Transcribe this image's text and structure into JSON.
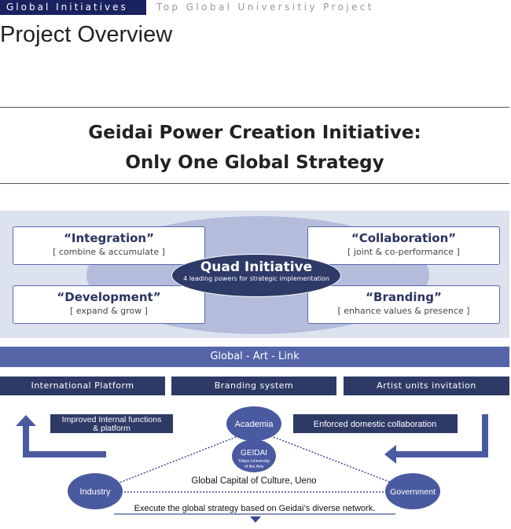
{
  "header": {
    "section_tag": "Global Initiatives",
    "breadcrumb": "Top Global Universitiy Project",
    "page_title": "Project Overview"
  },
  "heading": {
    "line1": "Geidai Power Creation Initiative:",
    "line2": "Only One Global Strategy"
  },
  "quad": {
    "center_title": "Quad Initiative",
    "center_subtitle": "4 leading powers for strategic implementation",
    "items": [
      {
        "title": "“Integration”",
        "subtitle": "[ combine & accumulate ]"
      },
      {
        "title": "“Collaboration”",
        "subtitle": "[ joint & co-performance ]"
      },
      {
        "title": "“Development”",
        "subtitle": "[ expand & grow ]"
      },
      {
        "title": "“Branding”",
        "subtitle": "[ enhance values & presence ]"
      }
    ]
  },
  "global_art_link": "Global - Art - Link",
  "pillars": [
    "International Platform",
    "Branding system",
    "Artist units invitation"
  ],
  "network": {
    "left_box_line1": "Improved Internal functions",
    "left_box_line2": "& platform",
    "right_box": "Enforced domestic collaboration",
    "academia": "Academia",
    "geidai": "GEIDAI",
    "geidai_sub1": "Tokyo University",
    "geidai_sub2": "of the Arts",
    "industry": "Industry",
    "government": "Government",
    "center_caption": "Global Capital of Culture, Ueno",
    "footer": "Execute the global strategy based on Geidai’s diverse network."
  },
  "colors": {
    "navy": "#2e3a66",
    "mid": "#5565a8",
    "pale": "#dde2ef"
  }
}
